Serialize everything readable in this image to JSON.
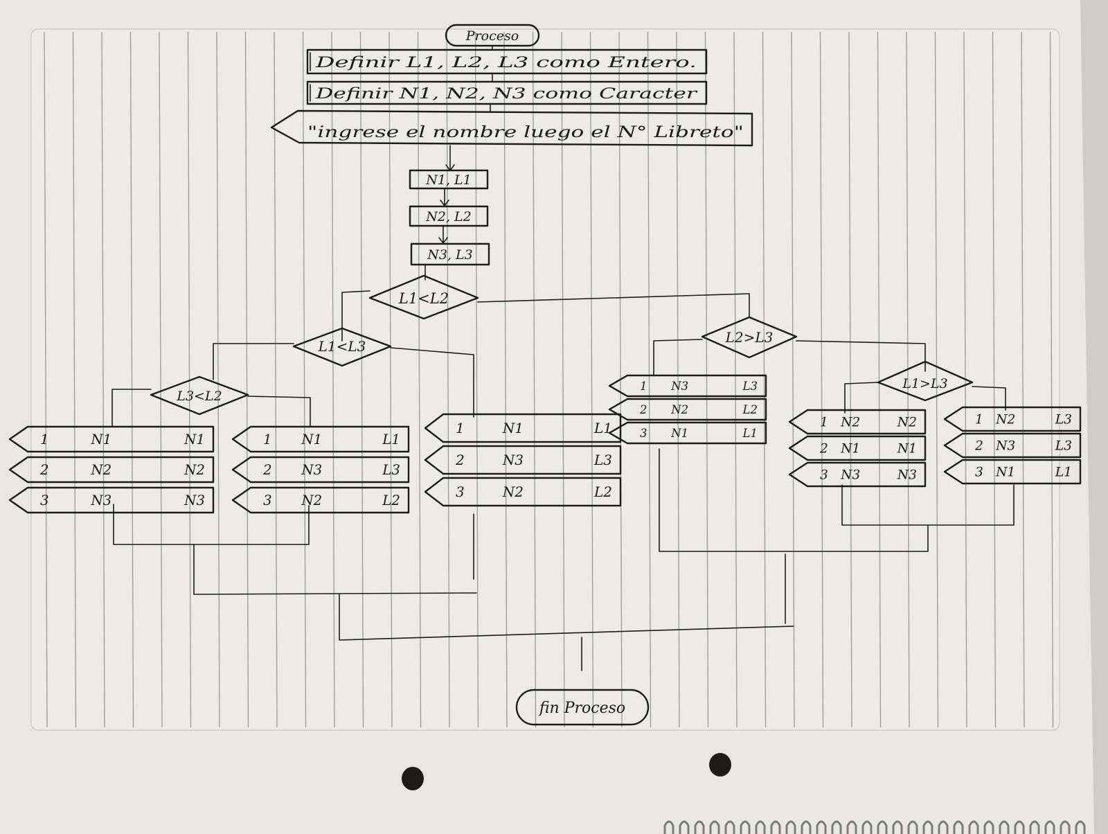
{
  "flowchart": {
    "start": "Proceso",
    "define_int": "Definir L1, L2, L3 como Entero.",
    "define_char": "Definir N1, N2, N3 como Caracter",
    "prompt": "\"ingrese el nombre luego el N° Libreto\"",
    "read1": "N1, L1",
    "read2": "N2, L2",
    "read3": "N3, L3",
    "cond_root": "L1<L2",
    "cond_left": "L1<L3",
    "cond_left_left": "L3<L2",
    "cond_right": "L2>L3",
    "cond_right_right": "L1>L3",
    "end": "fin Proceso"
  },
  "outputs": {
    "A": [
      {
        "num": "1",
        "name": "N1",
        "val": "N1"
      },
      {
        "num": "2",
        "name": "N2",
        "val": "N2"
      },
      {
        "num": "3",
        "name": "N3",
        "val": "N3"
      }
    ],
    "B": [
      {
        "num": "1",
        "name": "N1",
        "val": "L1"
      },
      {
        "num": "2",
        "name": "N3",
        "val": "L3"
      },
      {
        "num": "3",
        "name": "N2",
        "val": "L2"
      }
    ],
    "C": [
      {
        "num": "1",
        "name": "N1",
        "val": "L1"
      },
      {
        "num": "2",
        "name": "N3",
        "val": "L3"
      },
      {
        "num": "3",
        "name": "N2",
        "val": "L2"
      }
    ],
    "D": [
      {
        "num": "1",
        "name": "N3",
        "val": "L3"
      },
      {
        "num": "2",
        "name": "N2",
        "val": "L2"
      },
      {
        "num": "3",
        "name": "N1",
        "val": "L1"
      }
    ],
    "E": [
      {
        "num": "1",
        "name": "N2",
        "val": "N2"
      },
      {
        "num": "2",
        "name": "N1",
        "val": "N1"
      },
      {
        "num": "3",
        "name": "N3",
        "val": "N3"
      }
    ],
    "F": [
      {
        "num": "1",
        "name": "N2",
        "val": "L3"
      },
      {
        "num": "2",
        "name": "N3",
        "val": "L3"
      },
      {
        "num": "3",
        "name": "N1",
        "val": "L1"
      }
    ]
  }
}
